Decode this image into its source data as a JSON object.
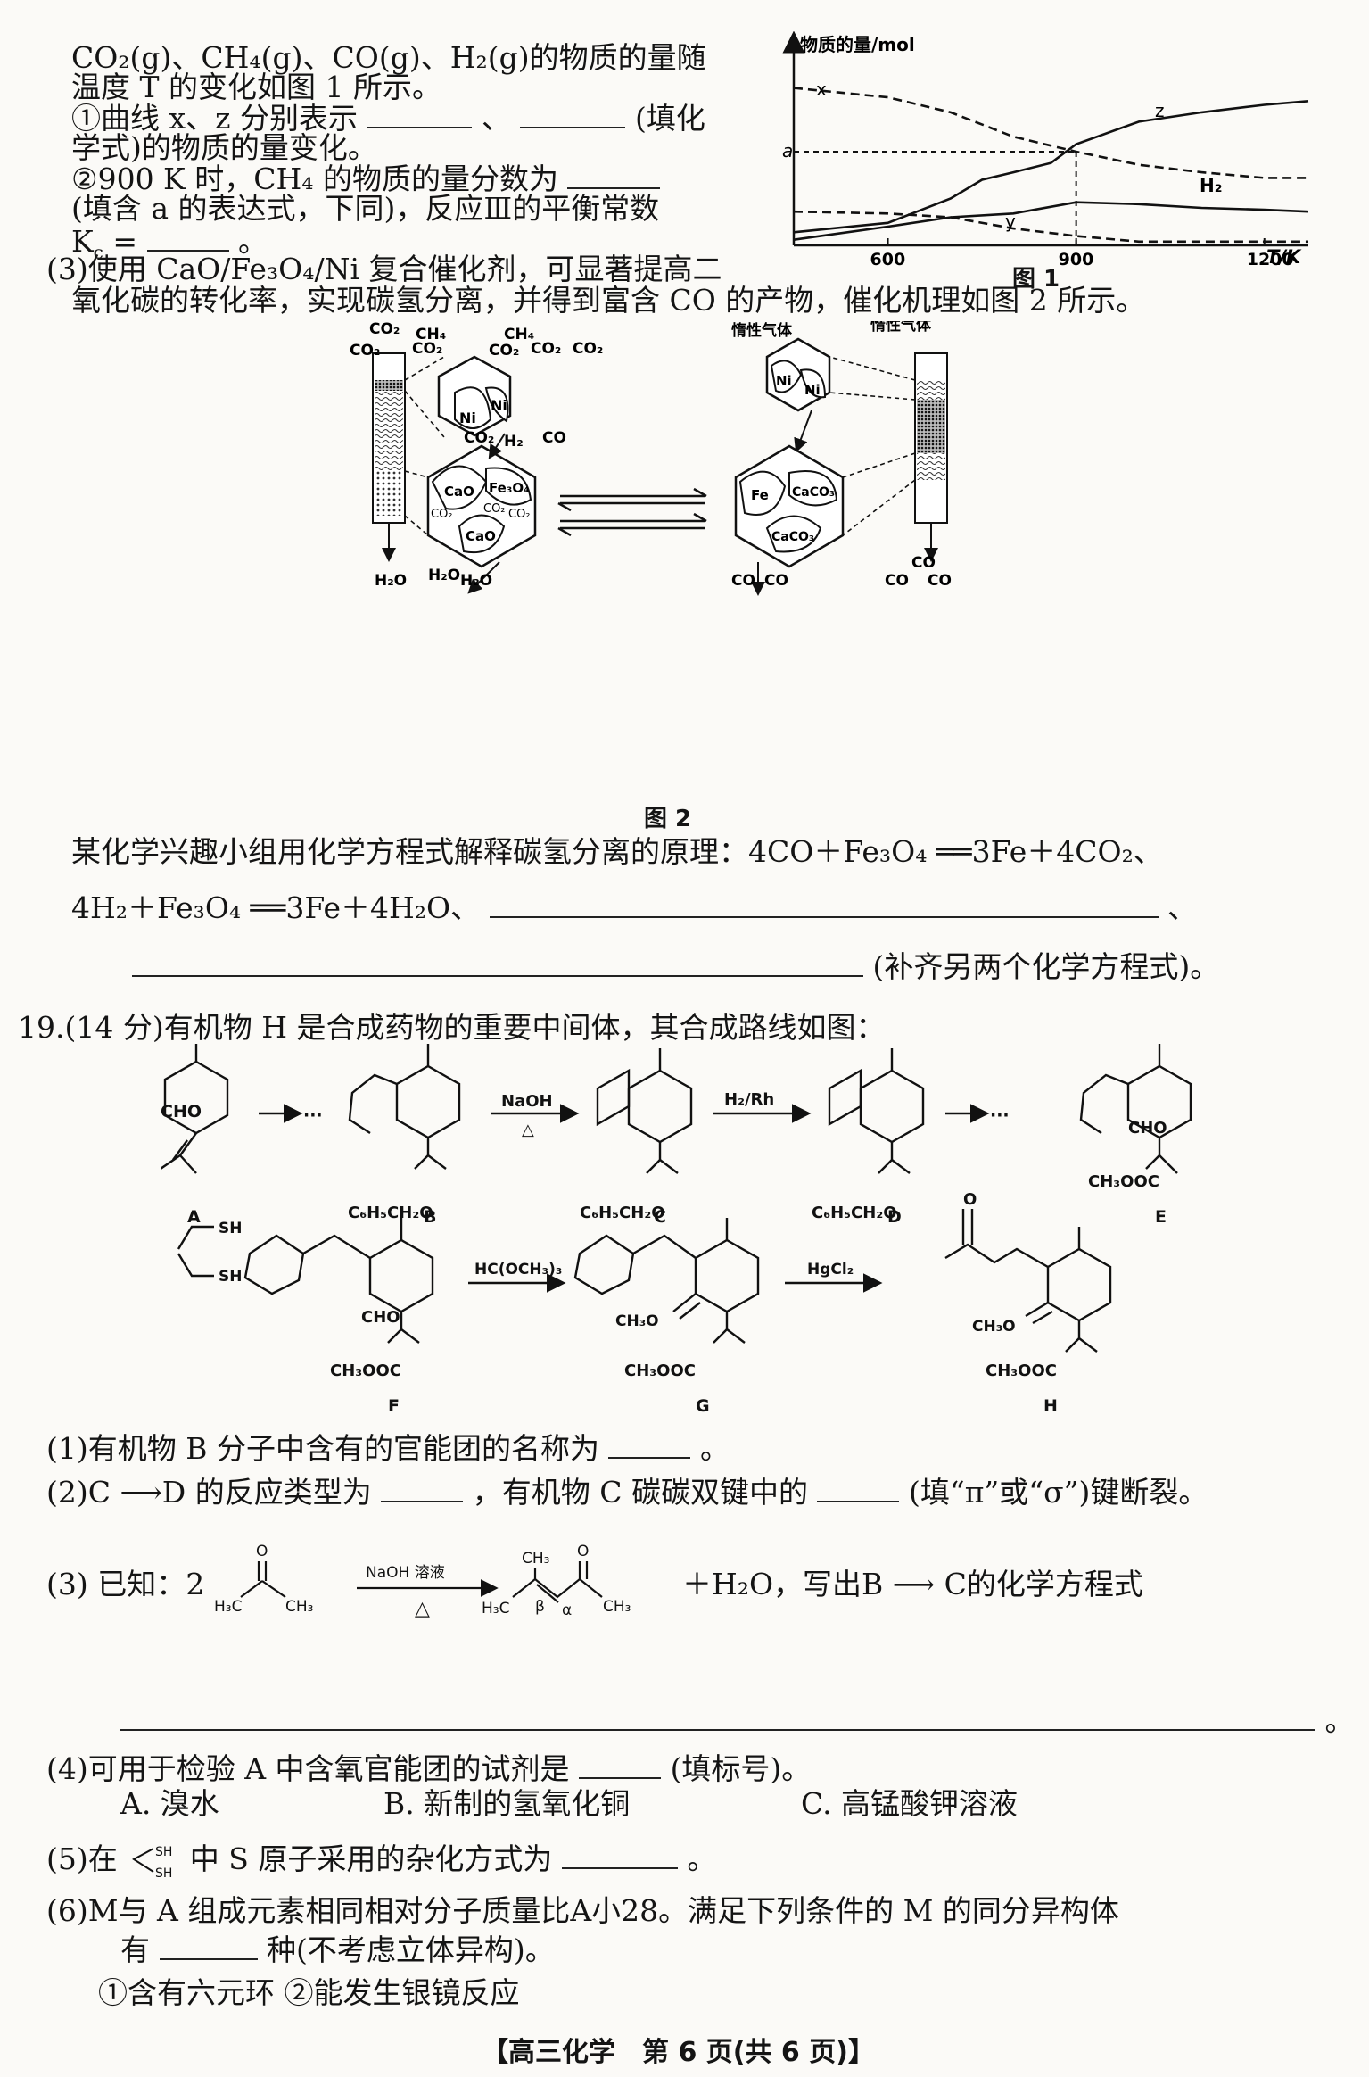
{
  "part2": {
    "l1": "CO₂(g)、CH₄(g)、CO(g)、H₂(g)的物质的量随",
    "l2": "温度 T 的变化如图 1 所示。",
    "l3a": "①曲线 x、z 分别表示",
    "l3b": "、",
    "l3c": "(填化",
    "l4": "学式)的物质的量变化。",
    "l5": "②900 K 时，CH₄ 的物质的量分数为",
    "l6": "(填含 a 的表达式，下同)，反应Ⅲ的平衡常数",
    "l7a": "K",
    "l7b": "c",
    "l7c": " =",
    "l7d": "。"
  },
  "fig1": {
    "ylabel": "物质的量/mol",
    "xlabel": "T/K",
    "caption": "图 1",
    "a_label": "a",
    "labels": {
      "x": "x",
      "y": "y",
      "z": "z",
      "h2": "H₂"
    },
    "chart_data": {
      "type": "line",
      "xlabel": "T/K",
      "ylabel": "物质的量/mol",
      "xticks": [
        600,
        900,
        1200
      ],
      "xlim": [
        450,
        1270
      ],
      "ylim": [
        0,
        1
      ],
      "series": [
        {
          "name": "x",
          "style": "dashed",
          "x": [
            450,
            600,
            700,
            800,
            900,
            1000,
            1100,
            1200,
            1270
          ],
          "y": [
            0.84,
            0.79,
            0.71,
            0.58,
            0.5,
            0.43,
            0.39,
            0.36,
            0.36
          ]
        },
        {
          "name": "z",
          "style": "solid",
          "x": [
            450,
            600,
            700,
            750,
            800,
            860,
            900,
            1000,
            1100,
            1200,
            1270
          ],
          "y": [
            0.07,
            0.12,
            0.25,
            0.35,
            0.39,
            0.44,
            0.54,
            0.66,
            0.71,
            0.75,
            0.77
          ]
        },
        {
          "name": "H₂",
          "style": "solid",
          "x": [
            450,
            600,
            700,
            800,
            900,
            1000,
            1100,
            1200,
            1270
          ],
          "y": [
            0.03,
            0.1,
            0.15,
            0.17,
            0.23,
            0.22,
            0.2,
            0.19,
            0.18
          ]
        },
        {
          "name": "y",
          "style": "dashed",
          "x": [
            450,
            600,
            700,
            800,
            900,
            1000,
            1100,
            1200,
            1270
          ],
          "y": [
            0.18,
            0.17,
            0.15,
            0.09,
            0.05,
            0.02,
            0.02,
            0.02,
            0.02
          ]
        }
      ]
    }
  },
  "part3": {
    "l1": "(3)使用 CaO/Fe₃O₄/Ni 复合催化剂，可显著提高二",
    "l2": "氧化碳的转化率，实现碳氢分离，并得到富含 CO 的产物，催化机理如图 2 所示。",
    "eq1": "某化学兴趣小组用化学方程式解释碳氢分离的原理：4CO＋Fe₃O₄ ══3Fe＋4CO₂、",
    "eq2": "4H₂＋Fe₃O₄ ══3Fe＋4H₂O、",
    "eq2end": "、",
    "eq3end": "(补齐另两个化学方程式)。"
  },
  "fig2": {
    "caption": "图 2",
    "top_left": [
      "CO₂",
      "CO₂",
      "CH₄",
      "CO₂",
      "CH₄",
      "CO₂",
      "CO₂",
      "CO₂"
    ],
    "ni": "Ni",
    "mid": [
      "CO₂",
      "H₂",
      "CO"
    ],
    "left_hex": [
      "CaO",
      "Fe₃O₄",
      "CO₂",
      "CO₂",
      "CO₂",
      "CaO"
    ],
    "bottom_left": [
      "H₂O",
      "H₂O",
      "H₂O"
    ],
    "inert": "惰性气体",
    "right_hex": [
      "Fe",
      "CaCO₃",
      "CaCO₃"
    ],
    "bottom_right": [
      "CO",
      "CO",
      "CO",
      "CO",
      "CO"
    ]
  },
  "q19": {
    "title": "19.(14 分)有机物 H 是合成药物的重要中间体，其合成路线如图：",
    "labels": [
      "A",
      "B",
      "C",
      "D",
      "E",
      "F",
      "G",
      "H"
    ],
    "reagents": {
      "bc_top": "NaOH",
      "bc_bot": "△",
      "cd": "H₂/Rh",
      "fg": "HC(OCH₃)₃",
      "gh": "HgCl₂",
      "sh": "SH"
    },
    "groups": {
      "cho": "CHO",
      "benzyl": "C₆H₅CH₂O",
      "ester": "CH₃OOC",
      "meo": "CH₃O"
    },
    "q1a": "(1)有机物 B 分子中含有的官能团的名称为",
    "q1b": "。",
    "q2a": "(2)C ⟶D 的反应类型为",
    "q2b": "，有机物 C 碳碳双键中的",
    "q2c": "(填“π”或“σ”)键断裂。",
    "q3a": "(3) 已知：2",
    "q3arrow_top": "NaOH 溶液",
    "q3arrow_bot": "△",
    "q3b": "＋H₂O，写出B ⟶ C的化学方程式",
    "q3atoms": {
      "o": "O",
      "ch3": "CH₃",
      "h3c": "H₃C",
      "beta": "β",
      "alpha": "α"
    },
    "q3end": "。",
    "q4a": "(4)可用于检验 A 中含氧官能团的试剂是",
    "q4b": "(填标号)。",
    "optA": "A. 溴水",
    "optB": "B. 新制的氢氧化铜",
    "optC": "C. 高锰酸钾溶液",
    "q5a": "(5)在",
    "q5b": "中 S 原子采用的杂化方式为",
    "q5c": "。",
    "q6a": "(6)M与 A 组成元素相同相对分子质量比A小28。满足下列条件的 M 的同分异构体",
    "q6b": "有",
    "q6c": "种(不考虑立体异构)。",
    "q6d": "①含有六元环  ②能发生银镜反应"
  },
  "footer": "【高三化学　第 6 页(共 6 页)】"
}
